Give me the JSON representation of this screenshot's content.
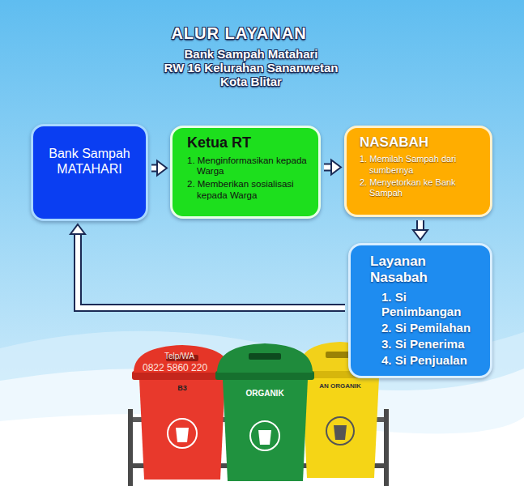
{
  "diagram": {
    "title": "ALUR LAYANAN",
    "nodes": [
      {
        "text": [
          "Bank Sampah MATAHARI"
        ]
      },
      {
        "text": [
          "Ketua RT",
          "1. Menginformasikan kepada Warga",
          "2. Memberikan sosialisasi kepada Warga"
        ]
      },
      {
        "text": [
          "NASABAH",
          "1. Memilah Sampah dari sumbernya",
          "2. Menyetorkan ke Bank Sampah"
        ]
      },
      {
        "text": [
          "Layanan Nasabah",
          "1. Si Penimbangan",
          "2. Si Pemilahan",
          "3. Si Penerima",
          "4. Si Penjualan"
        ]
      }
    ],
    "edges": [
      {
        "from": 0,
        "to": 1,
        "arrow": "to"
      },
      {
        "from": 1,
        "to": 2,
        "arrow": "to"
      },
      {
        "from": 2,
        "to": 3,
        "arrow": "to"
      },
      {
        "from": 3,
        "to": 0,
        "arrow": "to"
      }
    ],
    "labels": [
      "Bank Sampah Matahari",
      "RW 16 Kelurahan Sananwetan",
      "Kota Blitar",
      "Telp/WA",
      "0822 5860 220",
      "B3",
      "ORGANIK",
      "AN ORGANIK"
    ]
  }
}
